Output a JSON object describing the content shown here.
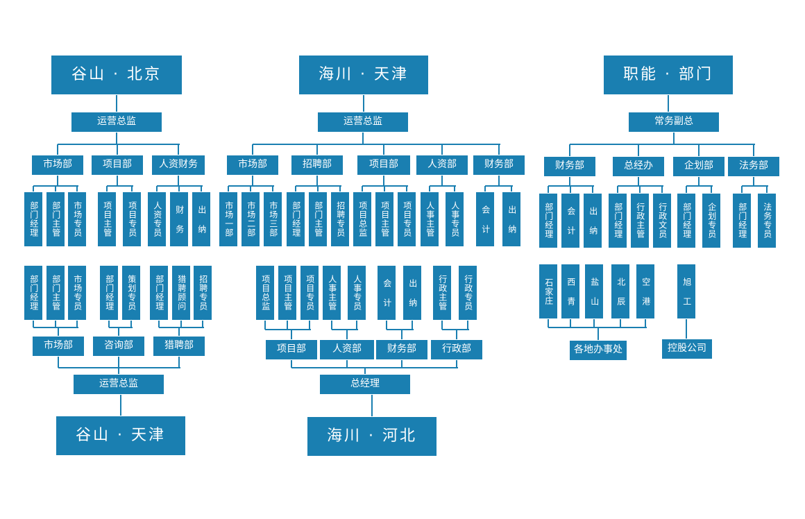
{
  "colors": {
    "box": "#1a7fb1",
    "text": "#ffffff",
    "line": "#1a7fb1",
    "background": "#ffffff"
  },
  "guoshan_beijing": {
    "title": "谷山 · 北京",
    "director": "运营总监",
    "departments": [
      "市场部",
      "项目部",
      "人资财务"
    ],
    "roles": [
      [
        "部门经理",
        "部门主管",
        "市场专员"
      ],
      [
        "项目主管",
        "项目专员"
      ],
      [
        "人资专员",
        "财 务",
        "出 纳"
      ]
    ]
  },
  "haichuan_tianjin": {
    "title": "海川 · 天津",
    "director": "运营总监",
    "departments": [
      "市场部",
      "招聘部",
      "项目部",
      "人资部",
      "财务部"
    ],
    "roles": [
      [
        "市场一部",
        "市场二部",
        "市场三部"
      ],
      [
        "部门经理",
        "部门主管",
        "招聘专员"
      ],
      [
        "项目总监",
        "项目主管",
        "项目专员"
      ],
      [
        "人事主管",
        "人事专员"
      ],
      [
        "会 计",
        "出 纳"
      ]
    ]
  },
  "functional": {
    "title": "职能 · 部门",
    "director": "常务副总",
    "departments": [
      "财务部",
      "总经办",
      "企划部",
      "法务部"
    ],
    "roles": [
      [
        "部门经理",
        "会 计",
        "出 纳"
      ],
      [
        "部门经理",
        "行政主管",
        "行政文员"
      ],
      [
        "部门经理",
        "企划专员"
      ],
      [
        "部门经理",
        "法务专员"
      ]
    ],
    "offices": {
      "label": "各地办事处",
      "items": [
        "石家庄",
        "西 青",
        "盐 山",
        "北 辰",
        "空 港"
      ]
    },
    "holding": {
      "label": "控股公司",
      "items": [
        "旭 工"
      ]
    }
  },
  "guoshan_tianjin": {
    "title": "谷山 · 天津",
    "director": "运营总监",
    "departments": [
      "市场部",
      "咨询部",
      "猎聘部"
    ],
    "roles": [
      [
        "部门经理",
        "部门主管",
        "市场专员"
      ],
      [
        "部门经理",
        "策划专员"
      ],
      [
        "部门经理",
        "猎聘顾问",
        "招聘专员"
      ]
    ]
  },
  "haichuan_hebei": {
    "title": "海川 · 河北",
    "director": "总经理",
    "departments": [
      "项目部",
      "人资部",
      "财务部",
      "行政部"
    ],
    "roles": [
      [
        "项目总监",
        "项目主管",
        "项目专员"
      ],
      [
        "人事主管",
        "人事专员"
      ],
      [
        "会 计",
        "出 纳"
      ],
      [
        "行政主管",
        "行政专员"
      ]
    ]
  }
}
